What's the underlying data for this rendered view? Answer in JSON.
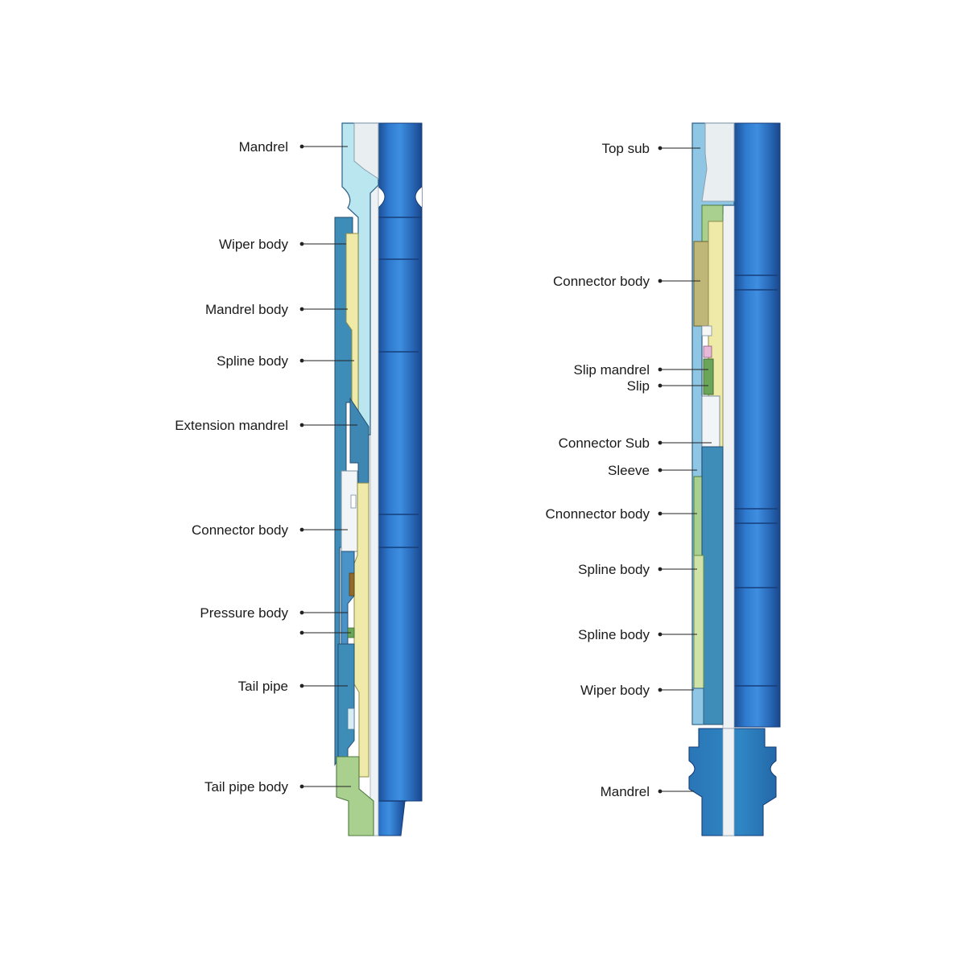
{
  "colors": {
    "rod_blue": "#2a6db8",
    "rod_dark": "#1d4f93",
    "light_cyan": "#b9e6ef",
    "teal": "#3e8cb8",
    "mid_blue": "#4a93c8",
    "yellow": "#efeaa8",
    "olive": "#bfb777",
    "green": "#a9d08e",
    "dark_green": "#6aa55a",
    "brown": "#8f6a2a",
    "pink": "#e7b9d8",
    "white_gray": "#eef1f3",
    "line": "#222222"
  },
  "left_tool": {
    "labels": [
      {
        "id": "mandrel",
        "text": "Mandrel"
      },
      {
        "id": "wiper-body",
        "text": "Wiper body"
      },
      {
        "id": "mandrel-body",
        "text": "Mandrel body"
      },
      {
        "id": "spline-body",
        "text": "Spline body"
      },
      {
        "id": "extension-mandrel",
        "text": "Extension mandrel"
      },
      {
        "id": "connector-body",
        "text": "Connector body"
      },
      {
        "id": "pressure-body",
        "text": "Pressure body"
      },
      {
        "id": "unlabeled",
        "text": ""
      },
      {
        "id": "tail-pipe",
        "text": "Tail pipe"
      },
      {
        "id": "tail-pipe-body",
        "text": "Tail pipe body"
      }
    ]
  },
  "right_tool": {
    "labels": [
      {
        "id": "top-sub",
        "text": "Top sub"
      },
      {
        "id": "connector-body",
        "text": "Connector body"
      },
      {
        "id": "slip-mandrel",
        "text": "Slip mandrel"
      },
      {
        "id": "slip",
        "text": "Slip"
      },
      {
        "id": "connector-sub",
        "text": "Connector Sub"
      },
      {
        "id": "sleeve",
        "text": "Sleeve"
      },
      {
        "id": "cnonnector-body",
        "text": "Cnonnector body"
      },
      {
        "id": "spline-body-1",
        "text": "Spline body"
      },
      {
        "id": "spline-body-2",
        "text": "Spline body"
      },
      {
        "id": "wiper-body",
        "text": "Wiper body"
      },
      {
        "id": "mandrel",
        "text": "Mandrel"
      }
    ]
  }
}
